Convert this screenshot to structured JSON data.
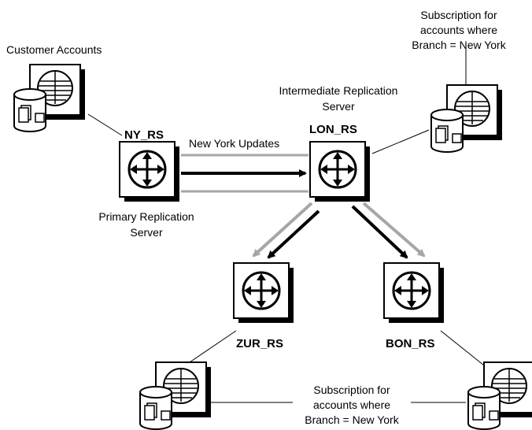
{
  "labels": {
    "customer_accounts": "Customer Accounts",
    "ny_rs": "NY_RS",
    "lon_rs": "LON_RS",
    "zur_rs": "ZUR_RS",
    "bon_rs": "BON_RS",
    "new_york_updates": "New York Updates",
    "primary_line1": "Primary Replication",
    "primary_line2": "Server",
    "intermediate_line1": "Intermediate Replication",
    "intermediate_line2": "Server",
    "sub_top_line1": "Subscription for",
    "sub_top_line2": "accounts where",
    "sub_top_line3": "Branch = New York",
    "sub_bottom_line1": "Subscription for",
    "sub_bottom_line2": "accounts where",
    "sub_bottom_line3": "Branch = New York"
  },
  "colors": {
    "arrow_dark": "#000000",
    "arrow_light": "#a6a6a6",
    "panel_shadow": "#000000",
    "panel_fill": "#ffffff"
  }
}
